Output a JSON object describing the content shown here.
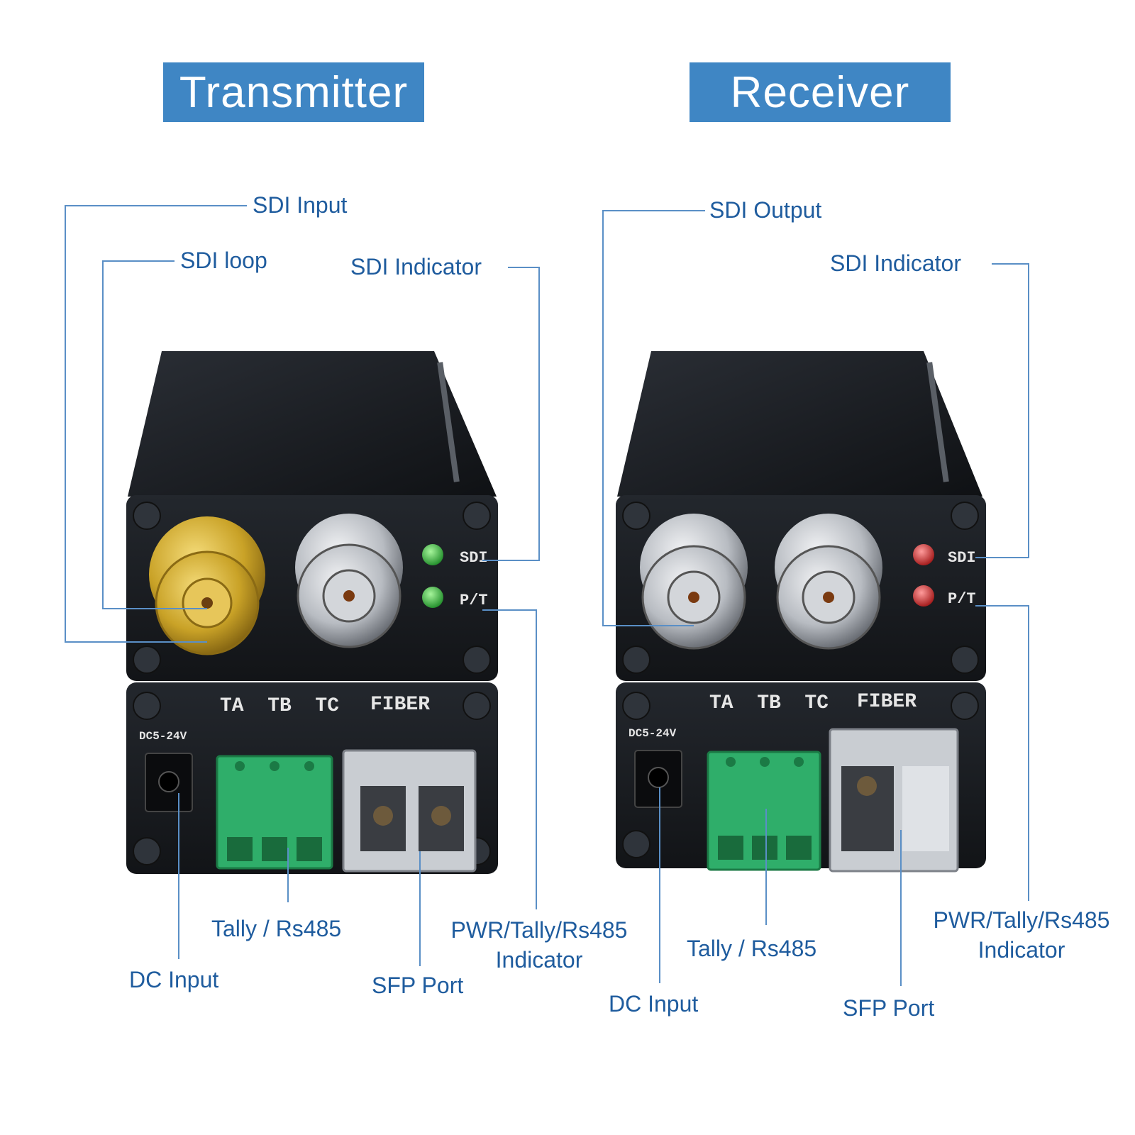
{
  "transmitter": {
    "title": "Transmitter",
    "labels": {
      "sdi_input": "SDI Input",
      "sdi_loop": "SDI loop",
      "sdi_indicator": "SDI Indicator",
      "tally_rs485": "Tally / Rs485",
      "pwr_indicator_line1": "PWR/Tally/Rs485",
      "pwr_indicator_line2": "Indicator",
      "dc_input": "DC Input",
      "sfp_port": "SFP Port"
    },
    "panel": {
      "led_sdi": "SDI",
      "led_pt": "P/T",
      "terminals": "TA  TB  TC",
      "fiber": "FIBER",
      "dc_rating": "DC5-24V"
    },
    "led_color": "#2fb53a"
  },
  "receiver": {
    "title": "Receiver",
    "labels": {
      "sdi_output": "SDI Output",
      "sdi_indicator": "SDI Indicator",
      "tally_rs485": "Tally / Rs485",
      "pwr_indicator_line1": "PWR/Tally/Rs485",
      "pwr_indicator_line2": "Indicator",
      "dc_input": "DC Input",
      "sfp_port": "SFP Port"
    },
    "panel": {
      "led_sdi": "SDI",
      "led_pt": "P/T",
      "terminals": "TA  TB  TC",
      "fiber": "FIBER",
      "dc_rating": "DC5-24V"
    },
    "led_color": "#d62a2a"
  },
  "colors": {
    "accent": "#3f86c4",
    "label_text": "#1f5c9e",
    "leader_line": "#5a8fc6",
    "device_body": "#1c1f24",
    "terminal_green": "#2fae6a",
    "gold_bnc": "#c9a227",
    "silver_bnc": "#b8bcc2"
  }
}
